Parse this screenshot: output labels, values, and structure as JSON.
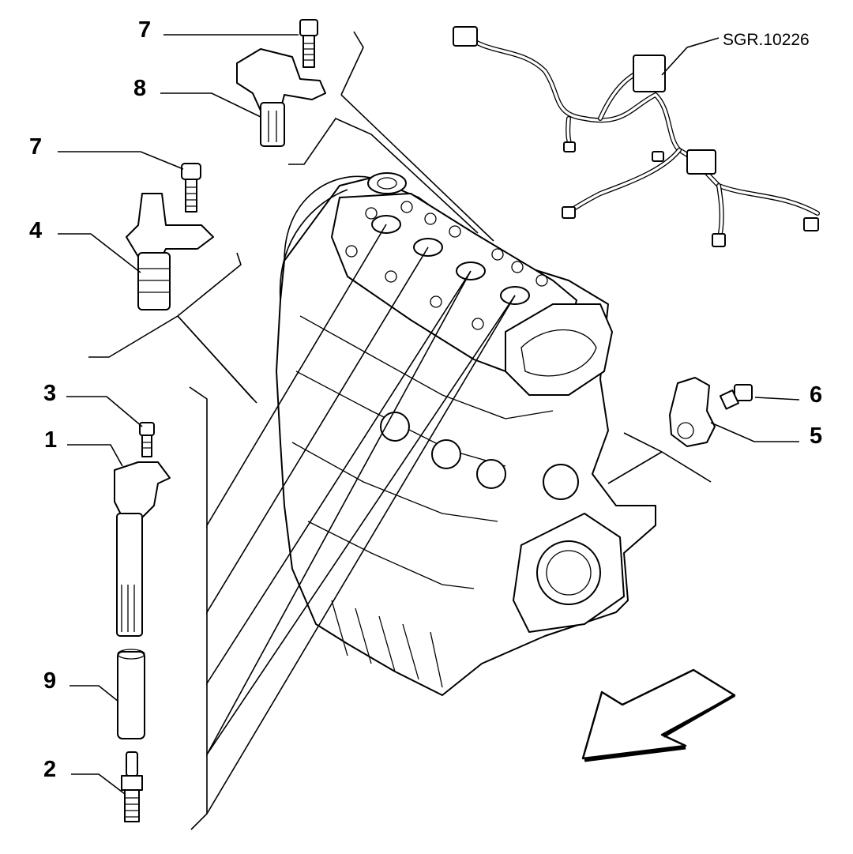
{
  "diagram": {
    "reference_code": "SGR.10226",
    "callouts": [
      {
        "id": "c7a",
        "label": "7"
      },
      {
        "id": "c8",
        "label": "8"
      },
      {
        "id": "c7b",
        "label": "7"
      },
      {
        "id": "c4",
        "label": "4"
      },
      {
        "id": "c3",
        "label": "3"
      },
      {
        "id": "c1",
        "label": "1"
      },
      {
        "id": "c9",
        "label": "9"
      },
      {
        "id": "c2",
        "label": "2"
      },
      {
        "id": "c6",
        "label": "6"
      },
      {
        "id": "c5",
        "label": "5"
      }
    ]
  }
}
